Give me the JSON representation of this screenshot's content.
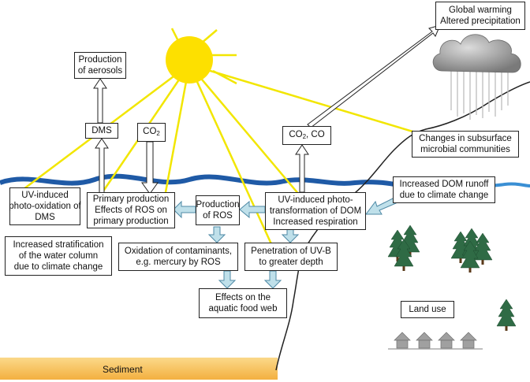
{
  "boxes": {
    "global_warming": [
      "Global warming",
      "Altered precipitation"
    ],
    "production_aerosols": [
      "Production",
      "of aerosols"
    ],
    "dms": "DMS",
    "co2": {
      "main": "CO",
      "sub": "2"
    },
    "co2_co": {
      "main": "CO",
      "sub": "2",
      "rest": ", CO"
    },
    "subsurface": [
      "Changes in subsurface",
      "microbial communities"
    ],
    "dom_runoff": [
      "Increased DOM runoff",
      "due to climate change"
    ],
    "uv_dms": [
      "UV-induced",
      "photo-oxidation of",
      "DMS"
    ],
    "primary_production": [
      "Primary production",
      "Effects of ROS on",
      "primary production"
    ],
    "production_ros": [
      "Production",
      "of ROS"
    ],
    "uv_dom": [
      "UV-induced photo-",
      "transformation of DOM",
      "Increased respiration"
    ],
    "stratification": [
      "Increased stratification",
      "of the water column",
      "due to climate change"
    ],
    "oxidation": [
      "Oxidation of contaminants,",
      "e.g. mercury by ROS"
    ],
    "uvb": [
      "Penetration of UV-B",
      "to greater depth"
    ],
    "food_web": [
      "Effects on the",
      "aquatic food web"
    ],
    "land_use": "Land use"
  },
  "sediment_label": "Sediment",
  "colors": {
    "sun": "#fde000",
    "sun_ray": "#f2e600",
    "water": "#1f5aa6",
    "sediment": "#f7c35c",
    "arrow_fill": "#bfe0ea",
    "arrow_stroke": "#4f8aa6",
    "cloud": "#8a8a8a",
    "tree": "#2f6b45",
    "house": "#9a9a9a"
  }
}
